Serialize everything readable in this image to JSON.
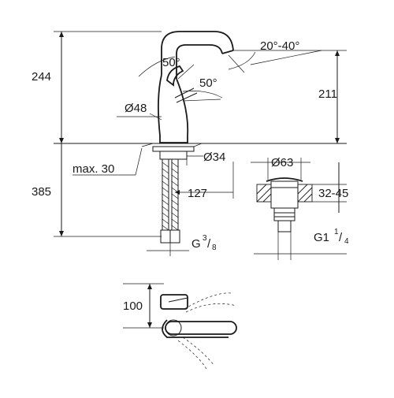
{
  "dimensions": {
    "overall_height_top": "244",
    "spout_height": "211",
    "spout_swivel": "20°-40°",
    "lever_angle_front": "50°",
    "lever_angle_back": "50°",
    "body_diameter": "Ø48",
    "mounting_diameter": "Ø34",
    "max_deck_thickness": "max. 30",
    "hose_length": "385",
    "hose_depth": "127",
    "connection_thread_main": "G",
    "connection_thread_num": "3",
    "connection_thread_den": "8",
    "waste_diameter": "Ø63",
    "waste_range": "32-45",
    "waste_thread_main": "G1",
    "waste_thread_num": "1",
    "waste_thread_den": "4",
    "lever_reach": "100"
  }
}
